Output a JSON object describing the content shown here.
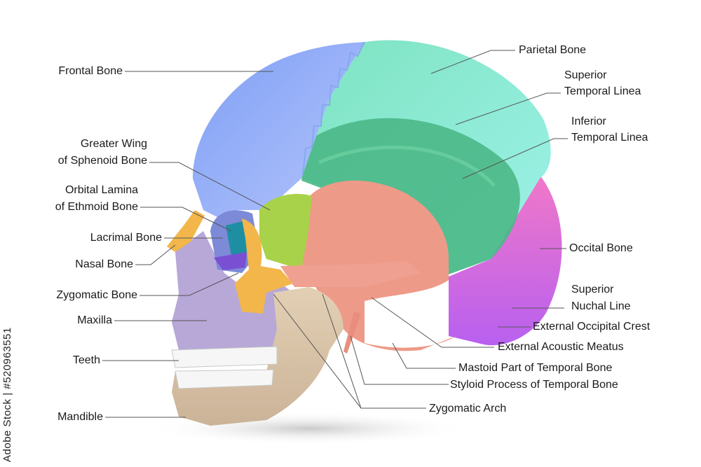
{
  "labels": {
    "frontal_bone": "Frontal Bone",
    "greater_wing_1": "Greater Wing",
    "greater_wing_2": "of Sphenoid Bone",
    "orbital_lamina_1": "Orbital Lamina",
    "orbital_lamina_2": "of Ethmoid Bone",
    "lacrimal_bone": "Lacrimal Bone",
    "nasal_bone": "Nasal Bone",
    "zygomatic_bone": "Zygomatic Bone",
    "maxilla": "Maxilla",
    "teeth": "Teeth",
    "mandible": "Mandible",
    "parietal_bone": "Parietal Bone",
    "superior_temporal_1": "Superior",
    "superior_temporal_2": "Temporal Linea",
    "inferior_temporal_1": "Inferior",
    "inferior_temporal_2": "Temporal Linea",
    "occipital_bone": "Occital Bone",
    "superior_nuchal_1": "Superior",
    "superior_nuchal_2": "Nuchal Line",
    "external_occipital_crest": "External Occipital Crest",
    "external_acoustic_meatus": "External Acoustic Meatus",
    "mastoid_part": "Mastoid Part of Temporal Bone",
    "styloid_process": "Styloid Process of Temporal Bone",
    "zygomatic_arch": "Zygomatic Arch"
  },
  "watermark": "Adobe Stock | #520963551",
  "colors": {
    "frontal": "#8fa8f5",
    "parietal": "#5fd8b2",
    "temporal_lines": "#3ea879",
    "occipital": "#d85ee0",
    "temporal": "#ee9a88",
    "sphenoid": "#a8d24a",
    "zygomatic": "#f2b64a",
    "maxilla": "#b7a8d8",
    "mandible": "#d8c3a8",
    "teeth": "#f4f4f4",
    "ethmoid": "#1e8fa2",
    "lacrimal": "#7a4fd2"
  }
}
